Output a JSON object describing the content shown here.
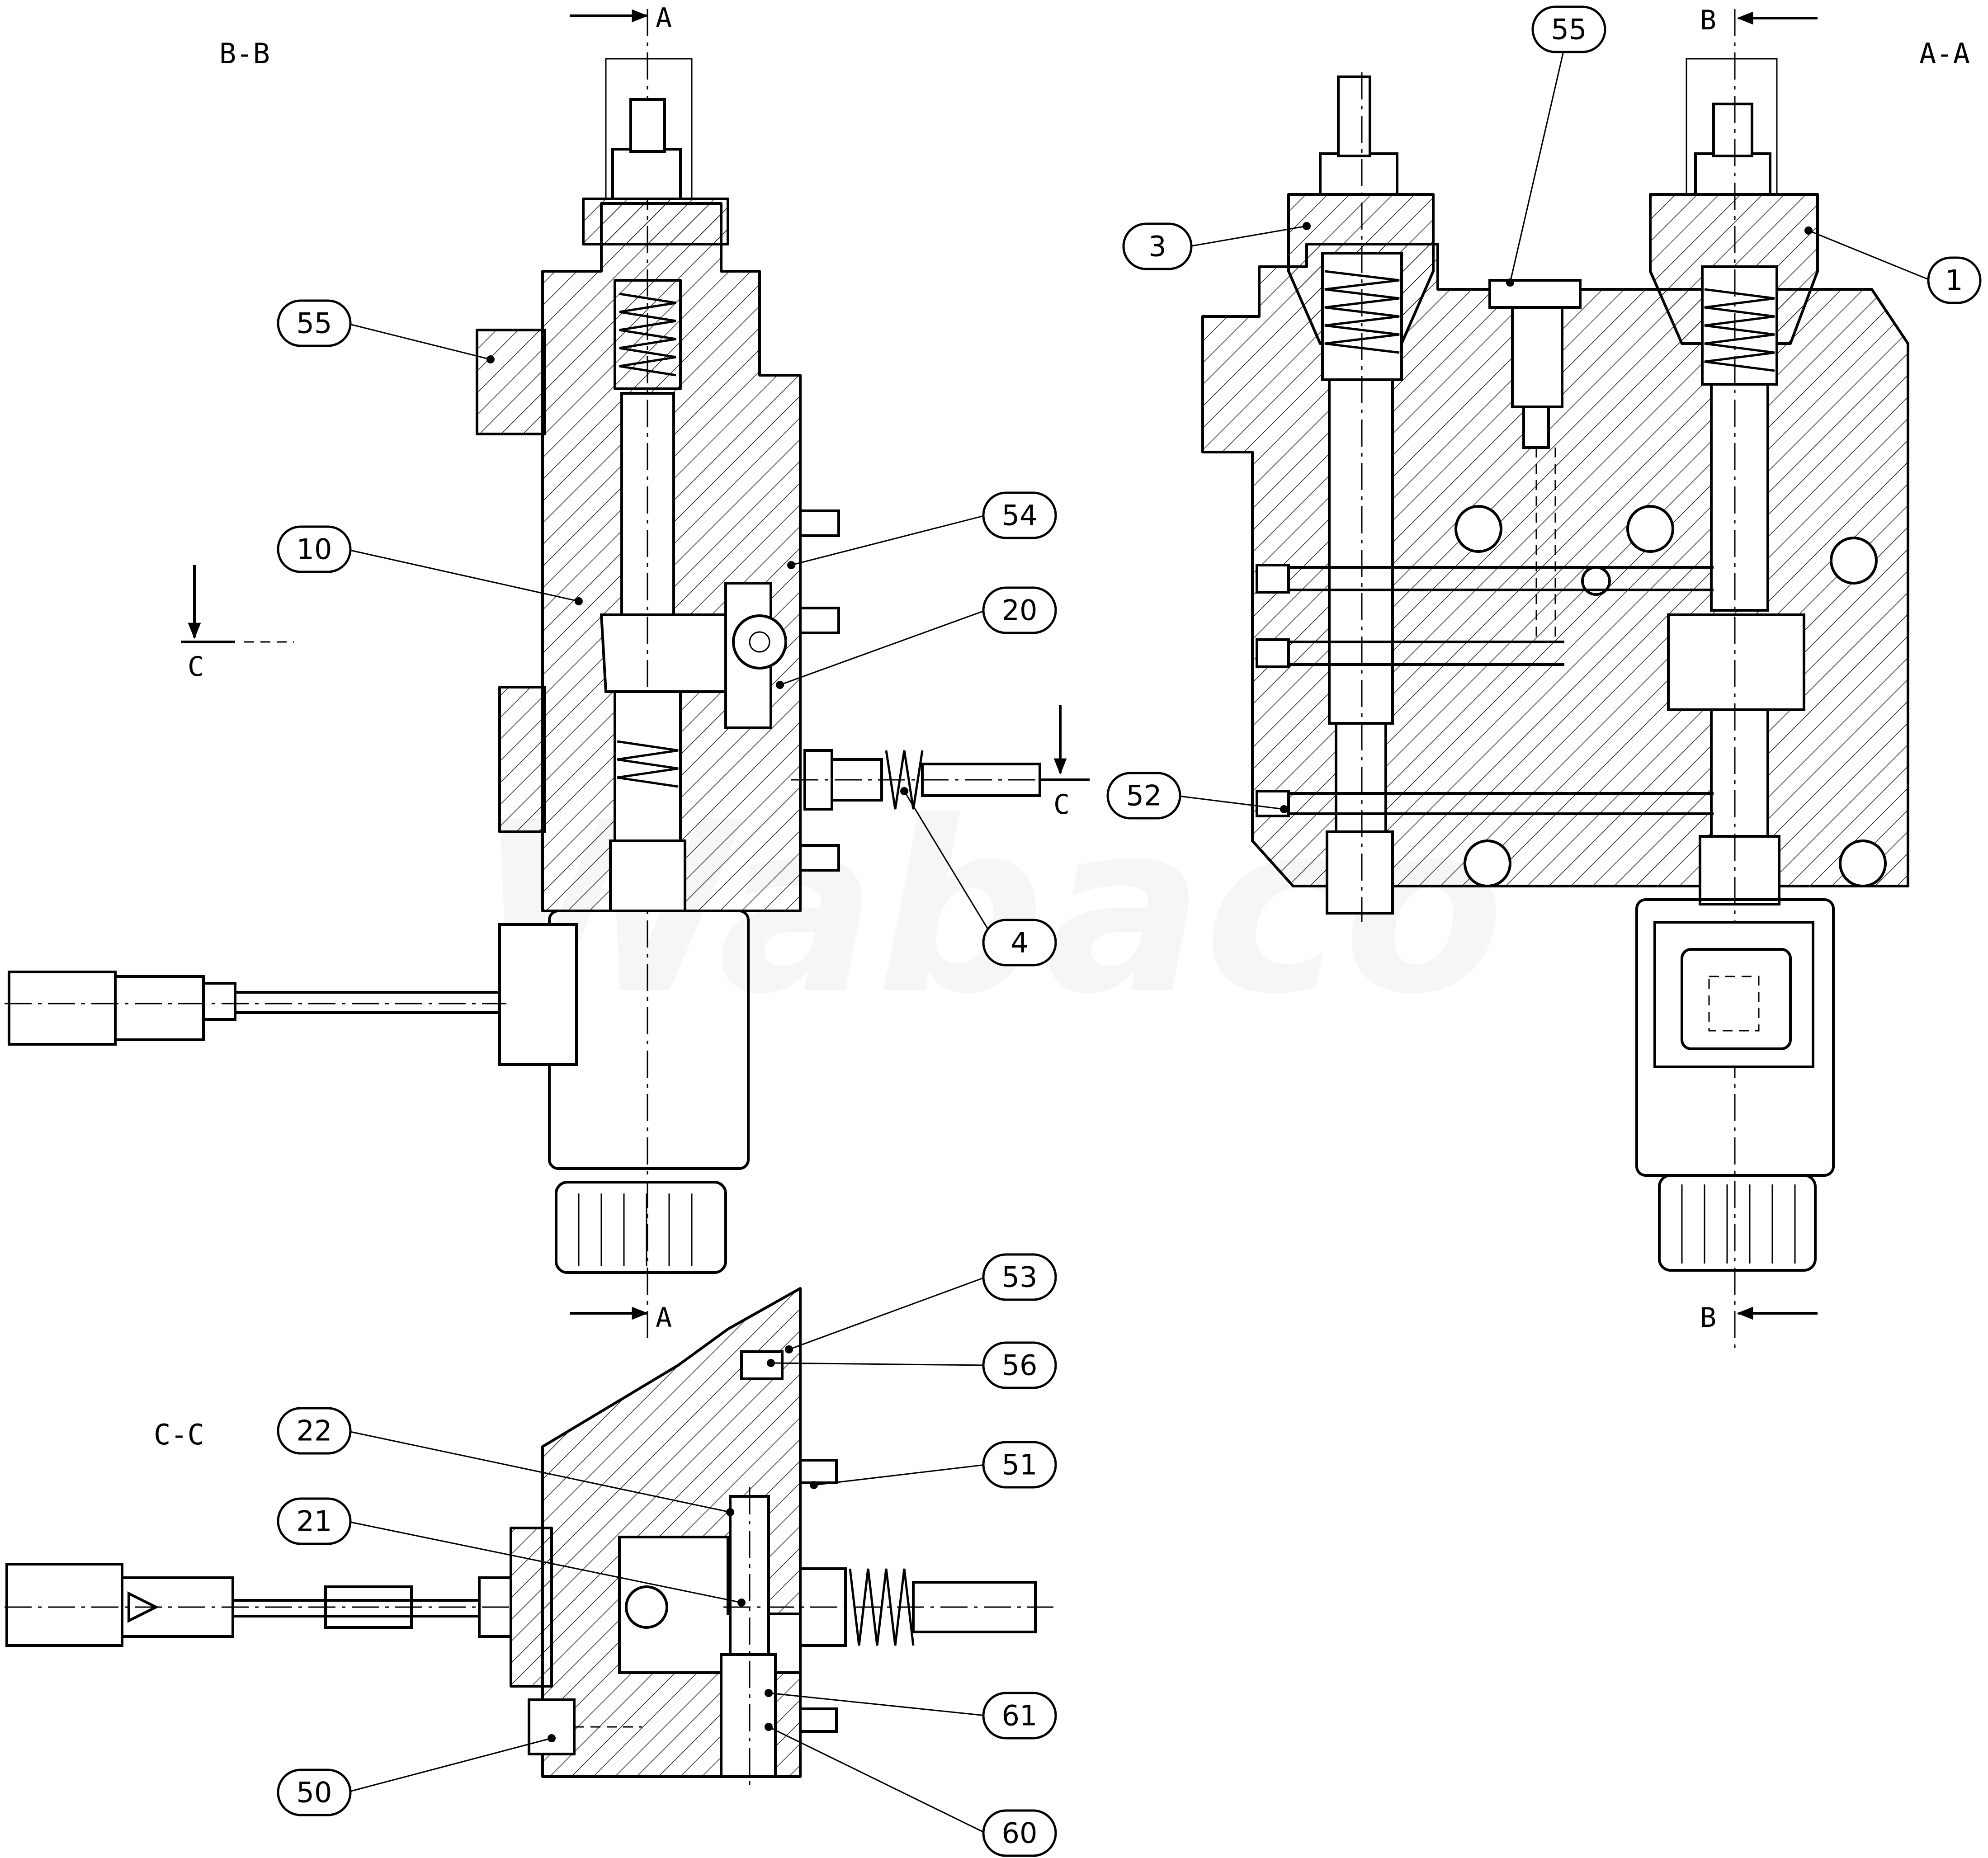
{
  "views": {
    "bb": "B-B",
    "aa": "A-A",
    "cc": "C-C"
  },
  "section_marks": {
    "a": "A",
    "b": "B",
    "c": "C"
  },
  "callouts": {
    "bb_55": "55",
    "bb_10": "10",
    "bb_54": "54",
    "bb_20": "20",
    "bb_4": "4",
    "aa_55": "55",
    "aa_3": "3",
    "aa_1": "1",
    "aa_52": "52",
    "cc_53": "53",
    "cc_56": "56",
    "cc_22": "22",
    "cc_51": "51",
    "cc_21": "21",
    "cc_61": "61",
    "cc_50": "50",
    "cc_60": "60"
  },
  "watermark": "Wabaco"
}
